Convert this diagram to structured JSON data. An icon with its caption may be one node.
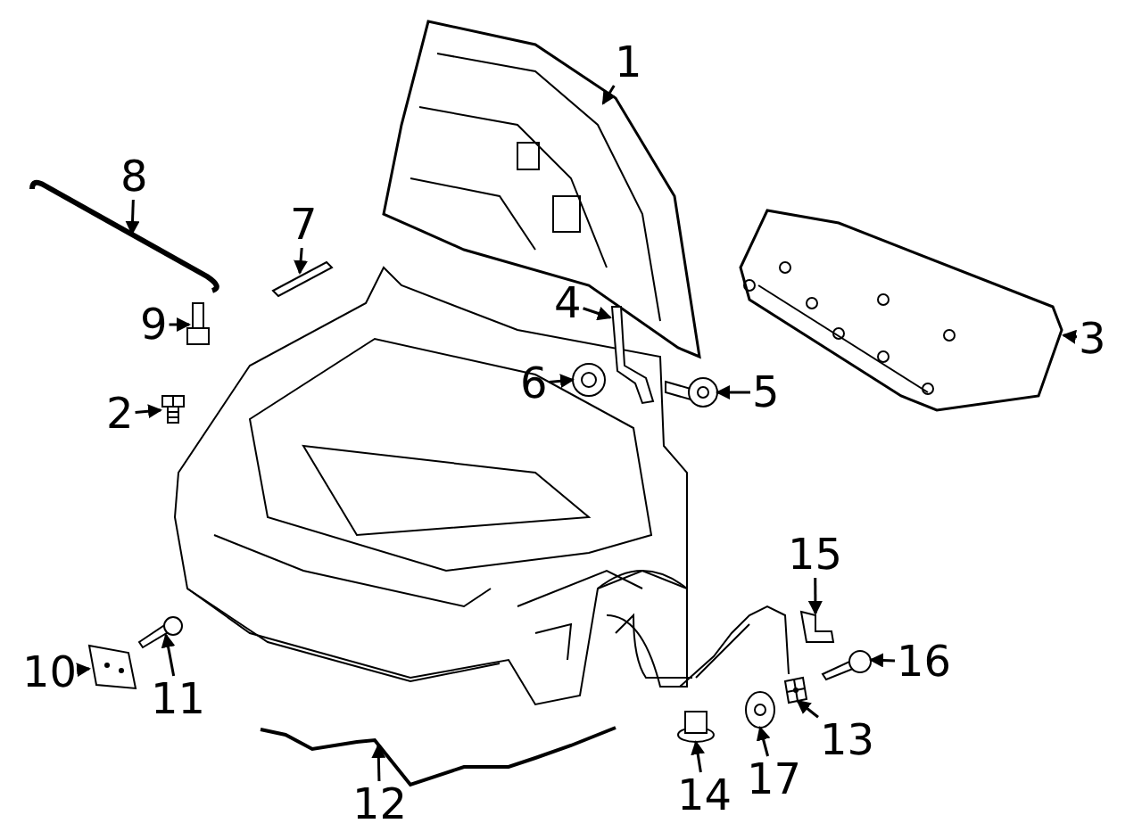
{
  "diagram": {
    "nodes": [
      {
        "text": [
          "1"
        ]
      },
      {
        "text": [
          "8"
        ]
      },
      {
        "text": [
          "7"
        ]
      },
      {
        "text": [
          "3"
        ]
      },
      {
        "text": [
          "4"
        ]
      },
      {
        "text": [
          "9"
        ]
      },
      {
        "text": [
          "6"
        ]
      },
      {
        "text": [
          "5"
        ]
      },
      {
        "text": [
          "2"
        ]
      },
      {
        "text": [
          "15"
        ]
      },
      {
        "text": [
          "10"
        ]
      },
      {
        "text": [
          "16"
        ]
      },
      {
        "text": [
          "11"
        ]
      },
      {
        "text": [
          "13"
        ]
      },
      {
        "text": [
          "17"
        ]
      },
      {
        "text": [
          "14"
        ]
      },
      {
        "text": [
          "12"
        ]
      },
      {
        "text": [],
        "shape": "picture"
      },
      {
        "text": [],
        "shape": "picture"
      },
      {
        "text": [],
        "shape": "picture"
      },
      {
        "text": [],
        "shape": "picture"
      },
      {
        "text": [],
        "shape": "picture"
      },
      {
        "text": [],
        "shape": "picture"
      },
      {
        "text": [],
        "shape": "picture"
      },
      {
        "text": [],
        "shape": "picture"
      },
      {
        "text": [],
        "shape": "picture"
      },
      {
        "text": [],
        "shape": "picture"
      },
      {
        "text": [],
        "shape": "picture"
      },
      {
        "text": [],
        "shape": "picture"
      },
      {
        "text": [],
        "shape": "picture"
      },
      {
        "text": [],
        "shape": "picture"
      },
      {
        "text": [],
        "shape": "picture"
      },
      {
        "text": [],
        "shape": "picture"
      },
      {
        "text": [],
        "shape": "picture"
      }
    ],
    "edges": [
      {
        "from": 0,
        "to": 17,
        "arrow": "to"
      },
      {
        "from": 1,
        "to": 18,
        "arrow": "to"
      },
      {
        "from": 2,
        "to": 19,
        "arrow": "to"
      },
      {
        "from": 3,
        "to": 20,
        "arrow": "to"
      },
      {
        "from": 4,
        "to": 21,
        "arrow": "to"
      },
      {
        "from": 5,
        "to": 22,
        "arrow": "to"
      },
      {
        "from": 6,
        "to": 23,
        "arrow": "to"
      },
      {
        "from": 7,
        "to": 24,
        "arrow": "to"
      },
      {
        "from": 8,
        "to": 25,
        "arrow": "to"
      },
      {
        "from": 9,
        "to": 26,
        "arrow": "to"
      },
      {
        "from": 10,
        "to": 27,
        "arrow": "to"
      },
      {
        "from": 11,
        "to": 28,
        "arrow": "to"
      },
      {
        "from": 12,
        "to": 29,
        "arrow": "to"
      },
      {
        "from": 13,
        "to": 30,
        "arrow": "to"
      },
      {
        "from": 14,
        "to": 31,
        "arrow": "to"
      },
      {
        "from": 15,
        "to": 32,
        "arrow": "to"
      },
      {
        "from": 16,
        "to": 33,
        "arrow": "to"
      }
    ]
  }
}
